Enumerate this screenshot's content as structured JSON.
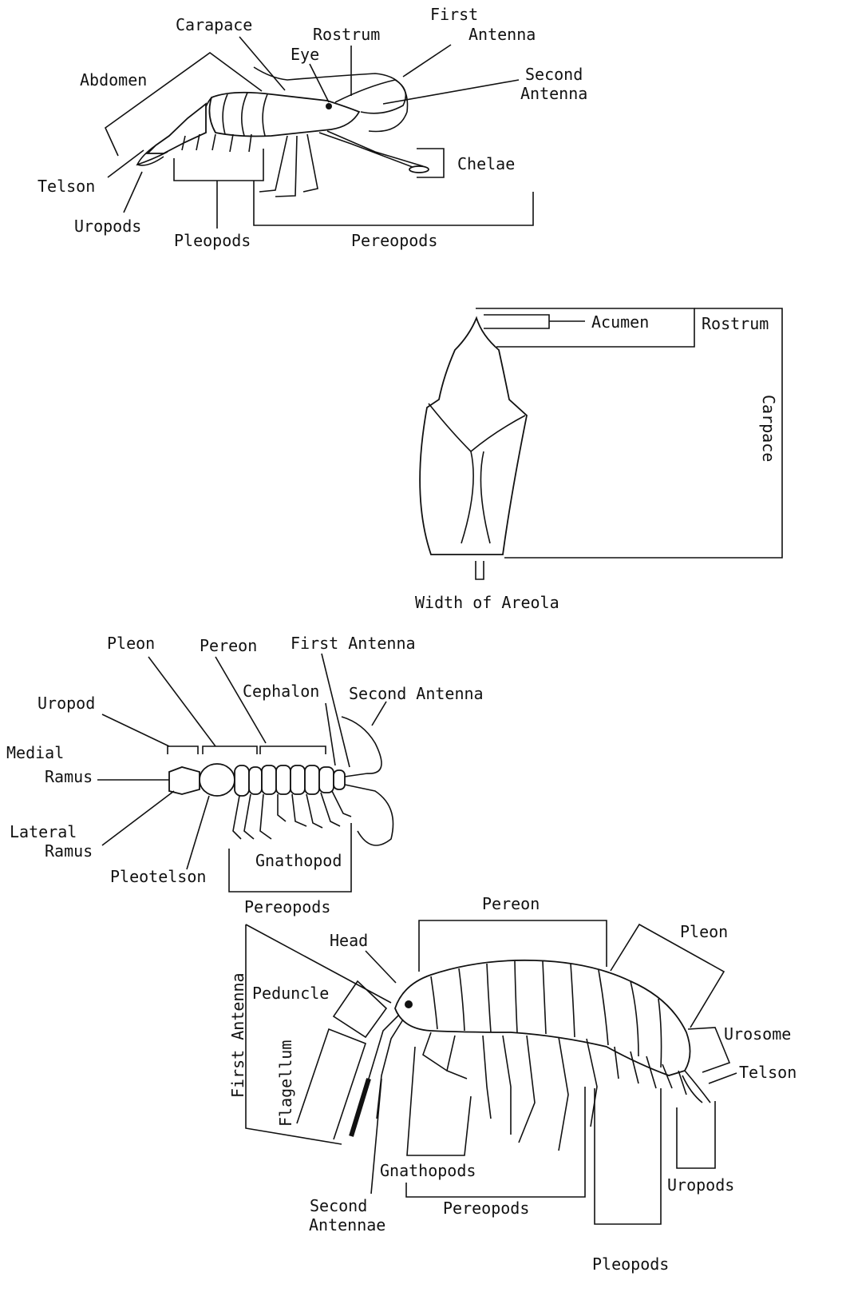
{
  "shrimp": {
    "carapace": "Carapace",
    "first_antenna_1": "First",
    "first_antenna_2": "Antenna",
    "rostrum": "Rostrum",
    "eye": "Eye",
    "abdomen": "Abdomen",
    "second_antenna_1": "Second",
    "second_antenna_2": "Antenna",
    "chelae": "Chelae",
    "telson": "Telson",
    "uropods": "Uropods",
    "pleopods": "Pleopods",
    "pereopods": "Pereopods"
  },
  "crayfish": {
    "acumen": "Acumen",
    "rostrum": "Rostrum",
    "carpace": "Carpace",
    "width_of_areola": "Width of Areola"
  },
  "isopod": {
    "pleon": "Pleon",
    "pereon": "Pereon",
    "first_antenna": "First Antenna",
    "cephalon": "Cephalon",
    "second_antenna": "Second Antenna",
    "uropod": "Uropod",
    "medial_1": "Medial",
    "medial_2": "Ramus",
    "lateral_1": "Lateral",
    "lateral_2": "Ramus",
    "gnathopod": "Gnathopod",
    "pleotelson": "Pleotelson",
    "pereopods": "Pereopods"
  },
  "amphipod": {
    "pereon": "Pereon",
    "head": "Head",
    "pleon": "Pleon",
    "peduncle": "Peduncle",
    "first_antenna": "First Antenna",
    "flagellum": "Flagellum",
    "urosome": "Urosome",
    "telson": "Telson",
    "gnathopods": "Gnathopods",
    "second_1": "Second",
    "second_2": "Antennae",
    "pereopods": "Pereopods",
    "uropods": "Uropods",
    "pleopods": "Pleopods"
  }
}
